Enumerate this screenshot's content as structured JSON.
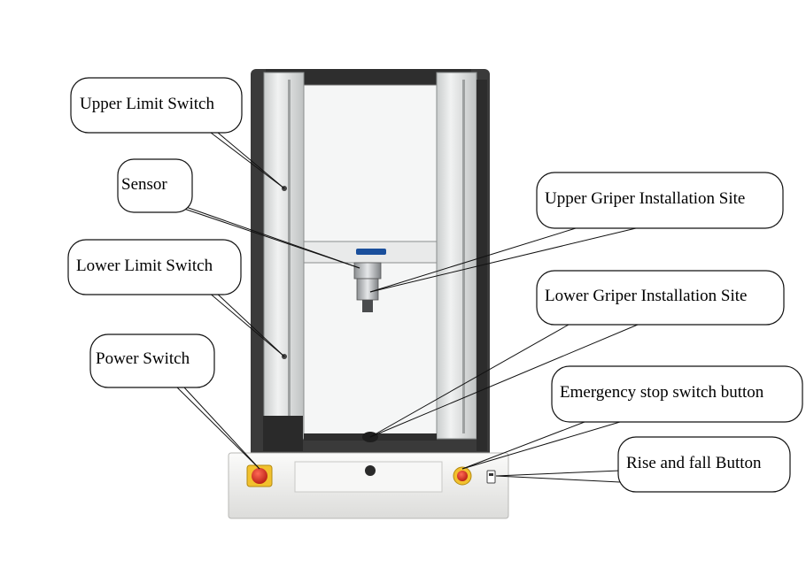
{
  "callouts": {
    "upper_limit_switch": "Upper Limit Switch",
    "sensor": "Sensor",
    "lower_limit_switch": "Lower Limit Switch",
    "power_switch": "Power Switch",
    "upper_griper_installation_site": "Upper Griper Installation Site",
    "lower_griper_installation_site": "Lower Griper Installation Site",
    "emergency_stop_switch_button": "Emergency stop switch button",
    "rise_and_fall_button": "Rise and fall Button"
  },
  "colors": {
    "frame_dark": "#3a3a3a",
    "column_light": "#e4e6e6",
    "base_white": "#f2f2f0",
    "emergency_red": "#d42a1e",
    "emergency_yellow": "#f2c12e",
    "crosshead_logo": "#1a4f9c"
  }
}
